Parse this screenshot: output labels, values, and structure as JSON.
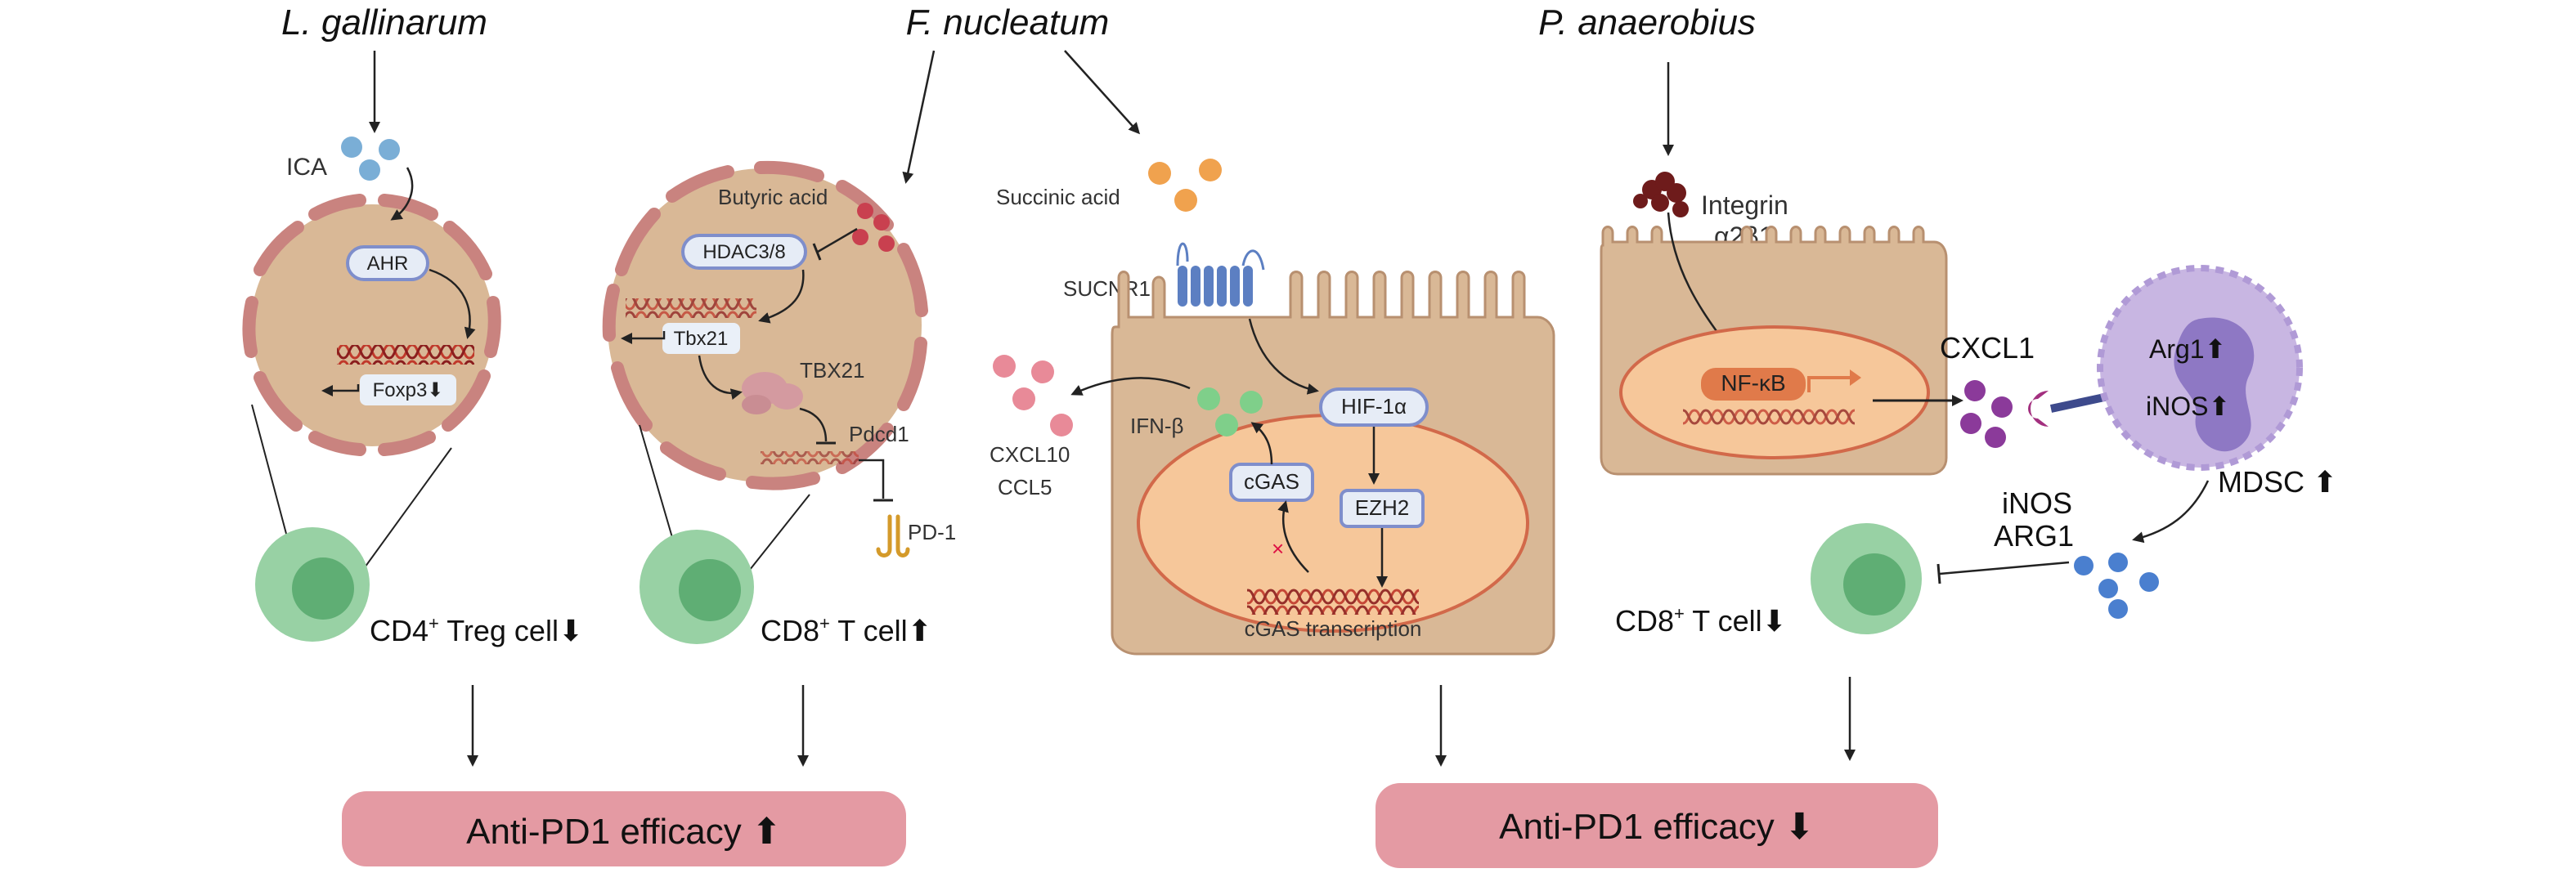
{
  "bacteria": {
    "left": "L. gallinarum",
    "middle": "F. nucleatum",
    "right": "P. anaerobius"
  },
  "panel1": {
    "metabolite": "ICA",
    "receptor": "AHR",
    "gene": "Foxp3",
    "cell": "CD4",
    "cell_sup": "+",
    "cell_rest": " Treg cell",
    "arrow": "⬇"
  },
  "panel2": {
    "metabolite": "Butyric acid",
    "enzyme": "HDAC3/8",
    "gene": "Tbx21",
    "protein": "TBX21",
    "target": "Pdcd1",
    "receptor": "PD-1",
    "cell": "CD8",
    "cell_sup": "+",
    "cell_rest": " T cell",
    "arrow": "⬆"
  },
  "panel3": {
    "metabolite": "Succinic acid",
    "receptor": "SUCNR1",
    "cytokine": "IFN-β",
    "chemokine1": "CXCL10",
    "chemokine2": "CCL5",
    "hif": "HIF-1α",
    "cgas": "cGAS",
    "ezh2": "EZH2",
    "transcription": "cGAS transcription"
  },
  "panel4": {
    "integrin_line1": "Integrin",
    "integrin_line2": "α2β1",
    "nfkb": "NF-κB",
    "chemokine": "CXCL1",
    "arg1": "Arg1",
    "inos": "iNOS",
    "mdsc": "MDSC",
    "mediator1": "iNOS",
    "mediator2": "ARG1",
    "cell": "CD8",
    "cell_sup": "+",
    "cell_rest": " T cell",
    "up": "⬆",
    "down": "⬇"
  },
  "outcomes": {
    "positive": "Anti-PD1 efficacy",
    "positive_arrow": "⬆",
    "negative": "Anti-PD1 efficacy",
    "negative_arrow": "⬇"
  },
  "colors": {
    "cell_fill": "#d9b896",
    "cell_membrane": "#c9837f",
    "nucleus_fill": "#f6c79a",
    "nucleus_stroke": "#d2694a",
    "tcell_outer": "#98d1a4",
    "tcell_inner": "#5fae74",
    "mdsc": "#c8b6e2",
    "outcome_box": "#e49aa3",
    "pill_stroke": "#7f8ecb"
  }
}
